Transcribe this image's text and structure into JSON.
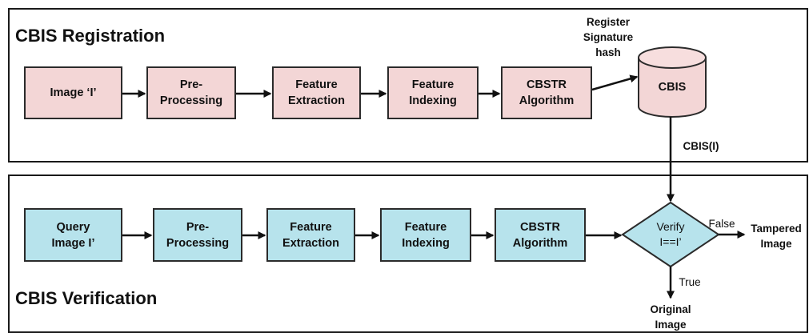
{
  "registration": {
    "title": "CBIS Registration",
    "steps": [
      "Image ‘I’",
      "Pre-\nProcessing",
      "Feature\nExtraction",
      "Feature\nIndexing",
      "CBSTR\nAlgorithm"
    ],
    "edge_label": "Register\nSignature\nhash",
    "database": "CBIS"
  },
  "link_label": "CBIS(I)",
  "verification": {
    "title": "CBIS Verification",
    "steps": [
      "Query\nImage I’",
      "Pre-\nProcessing",
      "Feature\nExtraction",
      "Feature\nIndexing",
      "CBSTR\nAlgorithm"
    ],
    "decision": "Verify\nI==I’",
    "false_label": "False",
    "true_label": "True",
    "tampered_output": "Tampered\nImage",
    "original_output": "Original\nImage"
  },
  "colors": {
    "registration_box": "#f3d6d6",
    "verification_box": "#b7e3ec",
    "outline": "#2b2b2b"
  }
}
